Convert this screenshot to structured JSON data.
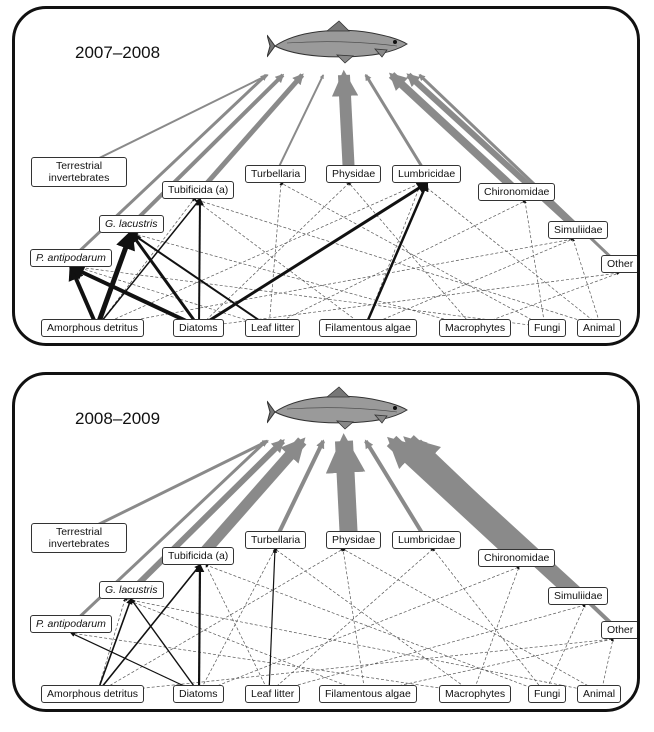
{
  "panels": [
    {
      "id": "panel-1",
      "year_label": "2007–2008"
    },
    {
      "id": "panel-2",
      "year_label": "2008–2009"
    }
  ],
  "nodes": {
    "terrestrial": "Terrestrial invertebrates",
    "tubificida": "Tubificida (a)",
    "turbellaria": "Turbellaria",
    "physidae": "Physidae",
    "lumbricidae": "Lumbricidae",
    "chironomidae": "Chironomidae",
    "g_lacustris": "G. lacustris",
    "simuliidae": "Simuliidae",
    "p_antipodarum": "P. antipodarum",
    "other": "Other",
    "amorphous_detritus": "Amorphous detritus",
    "diatoms": "Diatoms",
    "leaf_litter": "Leaf litter",
    "filamentous_algae": "Filamentous algae",
    "macrophytes": "Macrophytes",
    "fungi": "Fungi",
    "animal": "Animal"
  },
  "icons": {
    "top_predator": "trout-fish-icon"
  },
  "colors": {
    "strong_link": "#111111",
    "fish_link": "#8a8a8a",
    "weak_link": "#555555",
    "border": "#111111"
  }
}
